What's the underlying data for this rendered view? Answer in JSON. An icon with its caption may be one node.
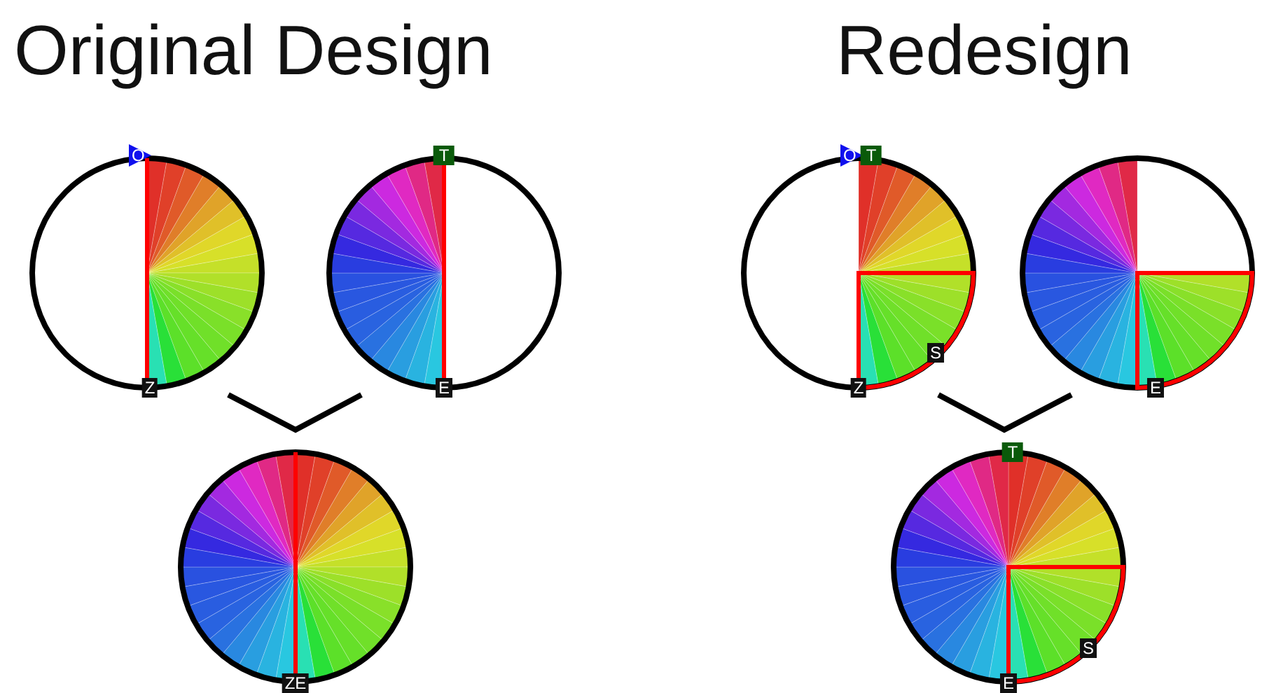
{
  "diagram": {
    "labels": [
      "Original Design",
      "Redesign",
      "O",
      "T",
      "O",
      "T",
      "S",
      "Z",
      "E",
      "Z",
      "E",
      "T",
      "S",
      "ZE",
      "E"
    ]
  }
}
